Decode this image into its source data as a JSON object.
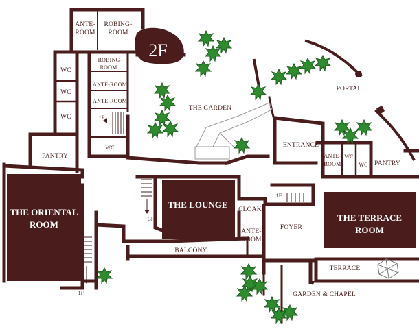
{
  "colors": {
    "wall": "#4a1c1c",
    "room_fill": "#4a1c1c",
    "tree": "#2e8b2e",
    "tree_dark": "#1e5e1e",
    "background": "#ffffff"
  },
  "floor_badge": "2F",
  "rooms": {
    "oriental": {
      "line1": "THE ORIENTAL",
      "line2": "ROOM"
    },
    "lounge": "THE LOUNGE",
    "terrace_room": {
      "line1": "THE TERRACE",
      "line2": "ROOM"
    }
  },
  "labels": {
    "ante_room_top": {
      "line1": "ANTE-",
      "line2": "ROOM"
    },
    "robing_room_top": {
      "line1": "ROBING-",
      "line2": "ROOM"
    },
    "robing_room_mid": {
      "line1": "ROBING-",
      "line2": "ROOM"
    },
    "ante_room_mid1": "ANTE-ROOM",
    "ante_room_mid2": "ANTE-ROOM",
    "wc1": "WC",
    "wc2": "WC",
    "wc3": "WC",
    "wc4": "WC",
    "wc5": "WC",
    "wc6": "WC",
    "stair_1f_top": "1F",
    "stair_1f_left": "1F",
    "stair_1f_right": "1F",
    "stair_3f": "3F",
    "pantry_left": "PANTRY",
    "pantry_right": "PANTRY",
    "garden": "THE GARDEN",
    "portal": "PORTAL",
    "entrance": "ENTRANCE",
    "ante_room_right": {
      "line1": "ANTE-",
      "line2": "ROOM"
    },
    "cloak": "CLOAK",
    "ante_room_low": {
      "line1": "ANTE-",
      "line2": "ROOM"
    },
    "foyer": "FOYER",
    "balcony": "BALCONY",
    "terrace": "TERRACE",
    "garden_chapel": "GARDEN & CHAPEL"
  },
  "icons": [
    "tree-icon",
    "stair-icon",
    "arrow-down-icon",
    "arrow-left-icon",
    "gazebo-icon"
  ]
}
